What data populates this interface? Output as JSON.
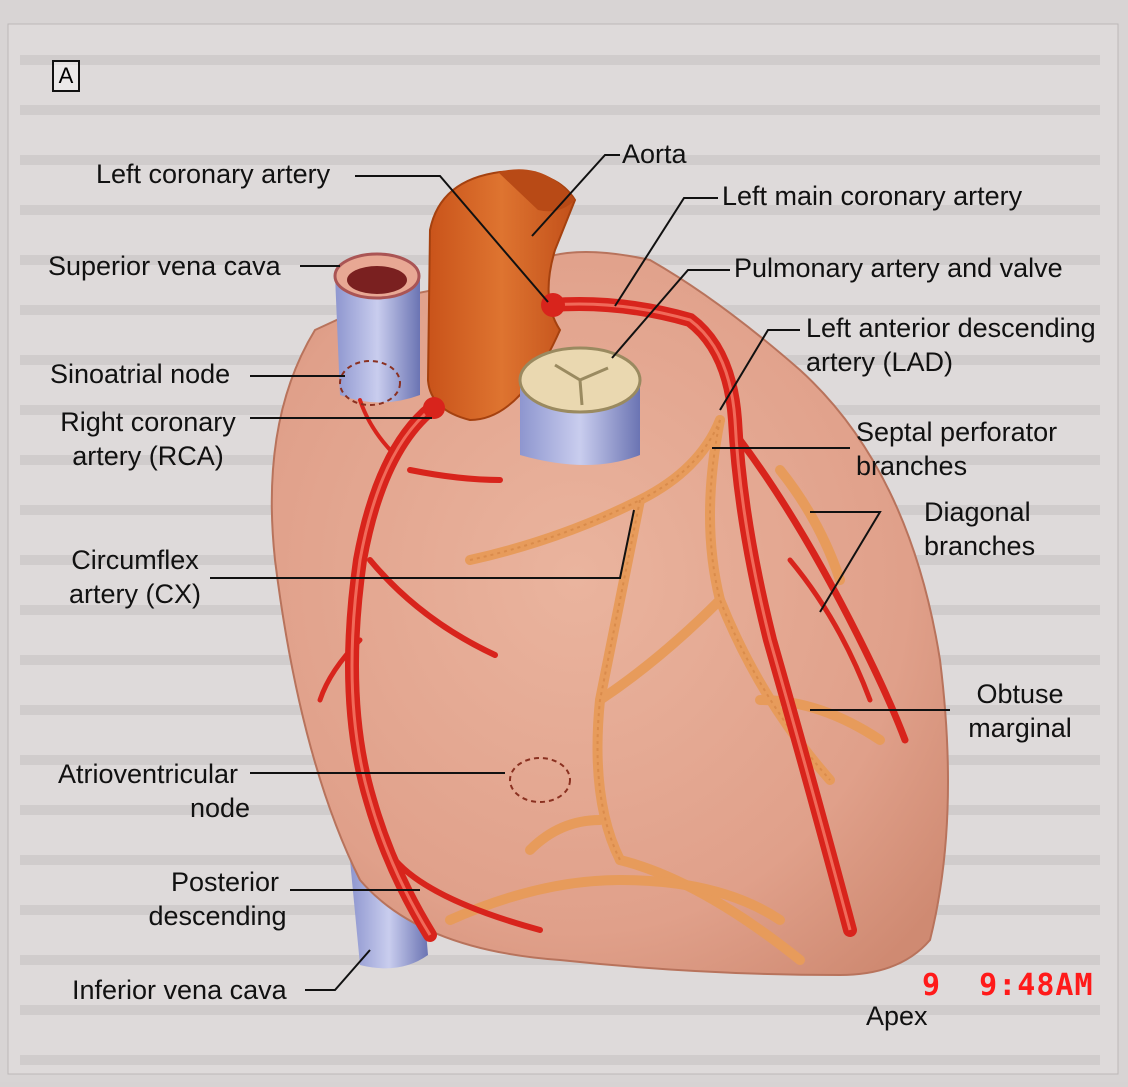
{
  "panel_letter": "A",
  "labels": {
    "aorta": "Aorta",
    "left_coronary_artery": "Left coronary artery",
    "left_main_coronary_artery": "Left main coronary artery",
    "superior_vena_cava": "Superior vena cava",
    "pulmonary_artery_valve": "Pulmonary artery and valve",
    "lad_line1": "Left anterior descending",
    "lad_line2": "artery (LAD)",
    "sinoatrial_node": "Sinoatrial node",
    "rca_line1": "Right coronary",
    "rca_line2": "artery (RCA)",
    "septal_line1": "Septal perforator",
    "septal_line2": "branches",
    "diagonal_line1": "Diagonal",
    "diagonal_line2": "branches",
    "cx_line1": "Circumflex",
    "cx_line2": "artery (CX)",
    "obtuse_line1": "Obtuse",
    "obtuse_line2": "marginal",
    "av_line1": "Atrioventricular",
    "av_line2": "node",
    "pda_line1": "Posterior",
    "pda_line2": "descending",
    "ivc": "Inferior vena cava",
    "apex": "Apex"
  },
  "timestamp": "9  9:48AM",
  "colors": {
    "heart_fill": "#e2a58d",
    "artery_red": "#d8241c",
    "branch_orange": "#e79b5b",
    "vein_blue": "#7a84c0",
    "aorta": "#d4641f",
    "background_page": "#d7d3d3"
  }
}
